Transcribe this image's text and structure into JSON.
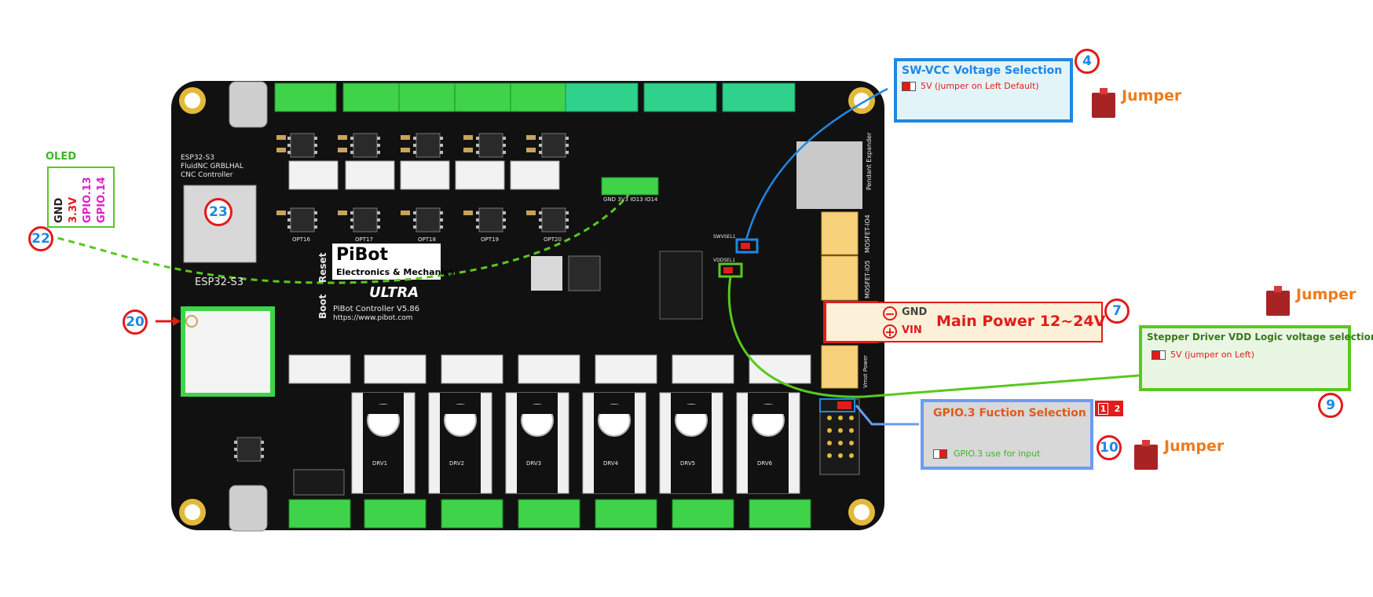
{
  "board": {
    "title": "PiBot",
    "subtitle": "Electronics & Mechanics",
    "model": "ULTRA",
    "version": "PiBot Controller V5.86",
    "url": "https://www.pibot.com",
    "left_text_1": "ESP32-S3",
    "left_text_2": "FluidNC GRBLHAL",
    "left_text_3": "CNC Controller",
    "module_label": "ESP32-S3",
    "boot_label": "Boot",
    "reset_label": "Reset",
    "header_label": "GND 3V3 IO13 IO14",
    "pendant_label": "Pendant Expander",
    "mosfet_labels": [
      "MOSFET-IO4",
      "MOSFET-IO5"
    ],
    "opt_labels": [
      "OPT16",
      "OPT17",
      "OPT18",
      "OPT19",
      "OPT20"
    ],
    "drv_labels": [
      "DRV1",
      "DRV2",
      "DRV3",
      "DRV4",
      "DRV5",
      "DRV6"
    ],
    "sw_label": "SWVSEL1",
    "vdd_label": "VDDSEL1",
    "power_in_label": "Vmot Power"
  },
  "oled": {
    "title": "OLED",
    "pins": [
      "GND",
      "3.3V",
      "GPIO.13",
      "GPIO.14"
    ],
    "pin_colors": [
      "#222222",
      "#e21b1b",
      "#e020c8",
      "#e020c8"
    ]
  },
  "callouts": {
    "c4": "4",
    "c7": "7",
    "c9": "9",
    "c10": "10",
    "c20": "20",
    "c22": "22",
    "c23": "23"
  },
  "sw_vcc": {
    "title": "SW-VCC Voltage Selection",
    "option": "5V (jumper on Left Default)"
  },
  "main_power": {
    "title": "Main Power 12~24V",
    "gnd": "GND",
    "vin": "VIN",
    "minus": "−",
    "plus": "+"
  },
  "stepper_vdd": {
    "title": "Stepper Driver VDD Logic voltage selection",
    "option": "5V (jumper on Left)"
  },
  "gpio3": {
    "title": "GPIO.3 Fuction Selection",
    "option": "GPIO.3 use for input",
    "pin1": "1",
    "pin2": "2"
  },
  "jumper_labels": [
    "Jumper",
    "Jumper",
    "Jumper"
  ],
  "colors": {
    "pcb": "#111111",
    "green_connector": "#3fd34a",
    "teal_connector": "#2fd28a",
    "blue_panel": "#1e88e5",
    "red": "#e21b1b",
    "green_panel": "#5ac81e",
    "orange": "#f07a1a",
    "gold": "#d9b04a"
  }
}
